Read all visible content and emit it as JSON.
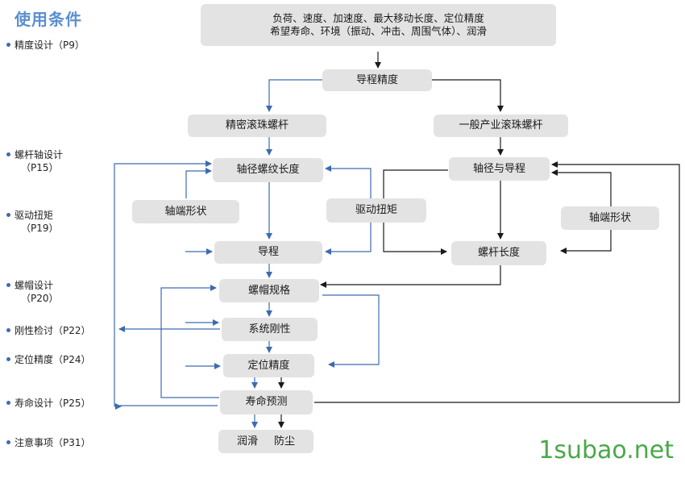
{
  "title": "使用条件",
  "top_box": {
    "line1": "负荷、速度、加速度、最大移动长度、定位精度",
    "line2": "希望寿命、环境（振动、冲击、周围气体）、润滑"
  },
  "boxes": {
    "lead_accuracy": "导程精度",
    "precision_screw": "精密滚珠螺杆",
    "general_screw": "一般产业滚珠螺杆",
    "shaft_dia_thread_len": "轴径螺纹长度",
    "shaft_dia_lead": "轴径与导程",
    "shaft_end_left": "轴端形状",
    "drive_torque": "驱动扭矩",
    "shaft_end_right": "轴端形状",
    "lead": "导程",
    "screw_length": "螺杆长度",
    "nut_spec": "螺帽规格",
    "system_rigidity": "系统刚性",
    "positioning_accuracy": "定位精度",
    "life_prediction": "寿命预测",
    "lubrication": "润滑",
    "dustproof": "防尘"
  },
  "side_labels": [
    {
      "text": "精度设计",
      "page": "（P9）"
    },
    {
      "text": "螺杆轴设计",
      "page": "（P15）"
    },
    {
      "text": "驱动扭矩",
      "page": "（P19）"
    },
    {
      "text": "螺帽设计",
      "page": "（P20）"
    },
    {
      "text": "刚性检讨",
      "page": "（P22）"
    },
    {
      "text": "定位精度",
      "page": "（P24）"
    },
    {
      "text": "寿命设计",
      "page": "（P25）"
    },
    {
      "text": "注意事项",
      "page": "（P31）"
    }
  ],
  "watermark": "1subao.net",
  "colors": {
    "blue_arrow": "#3d6bb0",
    "black_arrow": "#1a1a1a",
    "box_fill": "#e3e3e3",
    "title": "#5b8fd0",
    "watermark": "#4aa84a"
  }
}
